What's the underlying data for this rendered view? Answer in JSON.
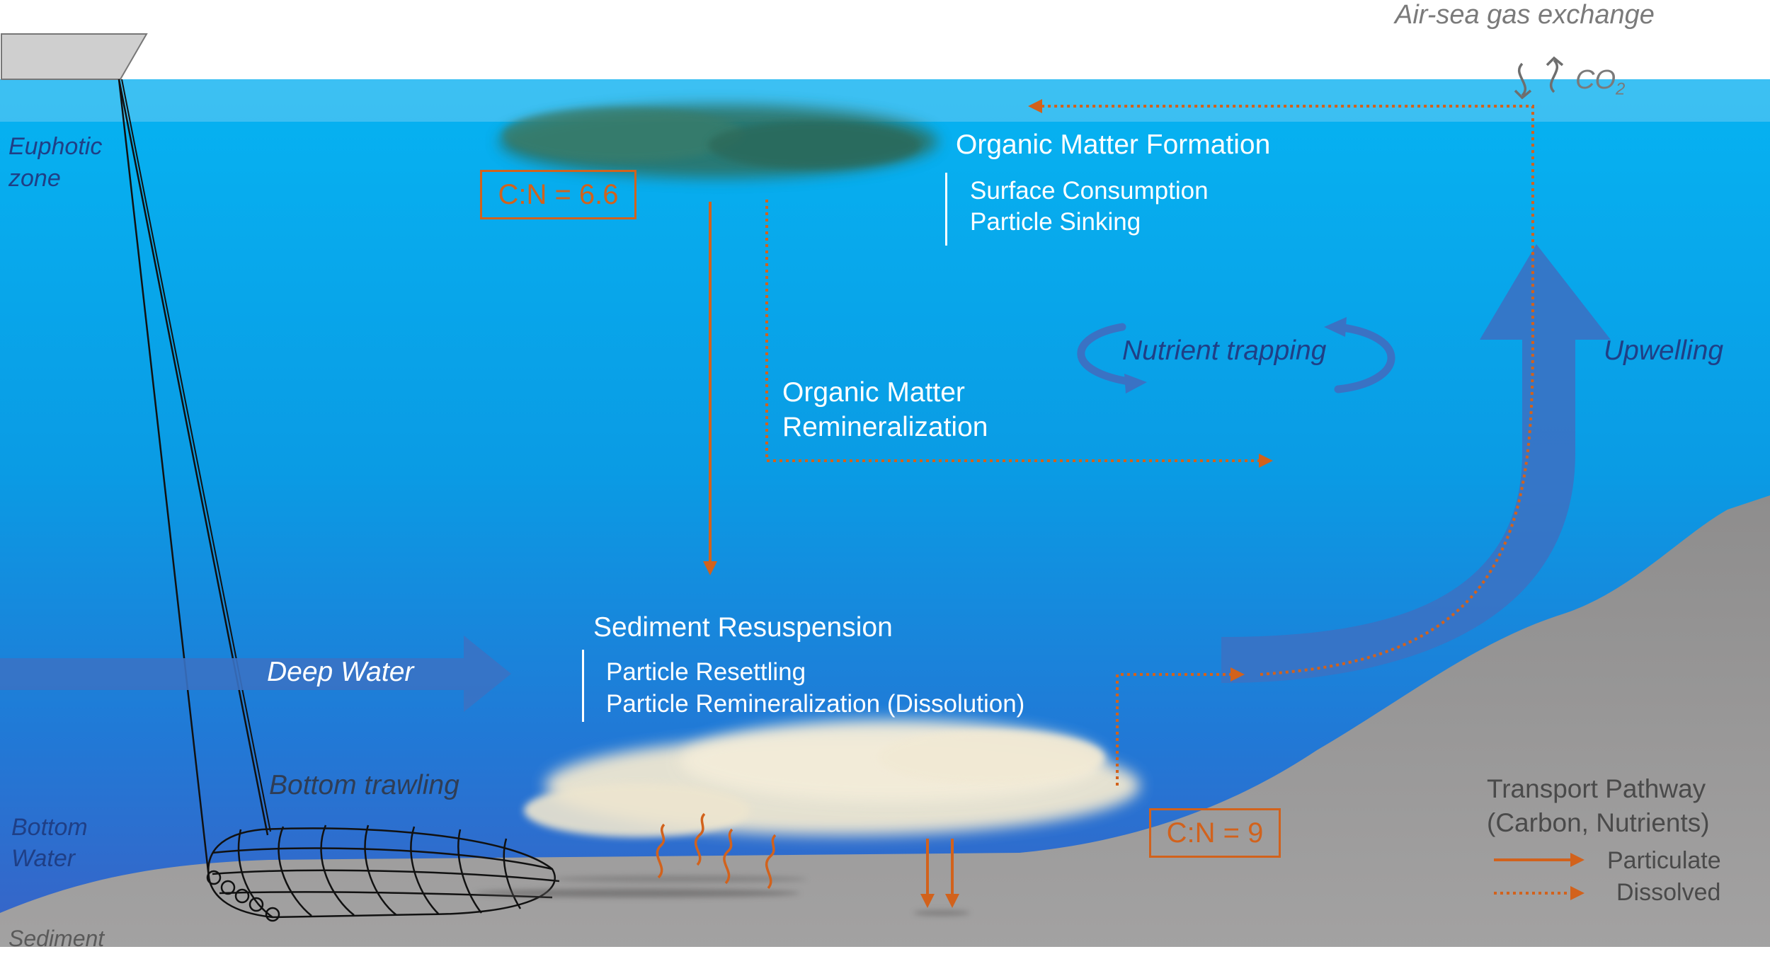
{
  "labels": {
    "air_sea": "Air-sea gas exchange",
    "co2": "CO",
    "co2_sub": "2",
    "euphotic": "Euphotic zone",
    "bottom_water": "Bottom Water",
    "sediment": "Sediment",
    "om_formation": "Organic Matter Formation",
    "surface_consumption": "Surface Consumption",
    "particle_sinking": "Particle Sinking",
    "nutrient_trapping": "Nutrient trapping",
    "upwelling": "Upwelling",
    "om_remineralization_1": "Organic Matter",
    "om_remineralization_2": "Remineralization",
    "sediment_resuspension": "Sediment Resuspension",
    "particle_resettling": "Particle Resettling",
    "particle_remineralization": "Particle Remineralization (Dissolution)",
    "deep_water": "Deep Water",
    "bottom_trawling": "Bottom trawling",
    "cn_surface": "C:N = 6.6",
    "cn_bottom": "C:N = 9"
  },
  "legend": {
    "title_1": "Transport Pathway",
    "title_2": "(Carbon, Nutrients)",
    "particulate": "Particulate",
    "dissolved": "Dissolved"
  },
  "colors": {
    "transport_orange": "#d2621c",
    "ocean_surface": "#00aef0",
    "ocean_deep": "#2f6fd0",
    "seafloor": "#8c8b8b",
    "flow_arrow": "#3a72c4"
  }
}
